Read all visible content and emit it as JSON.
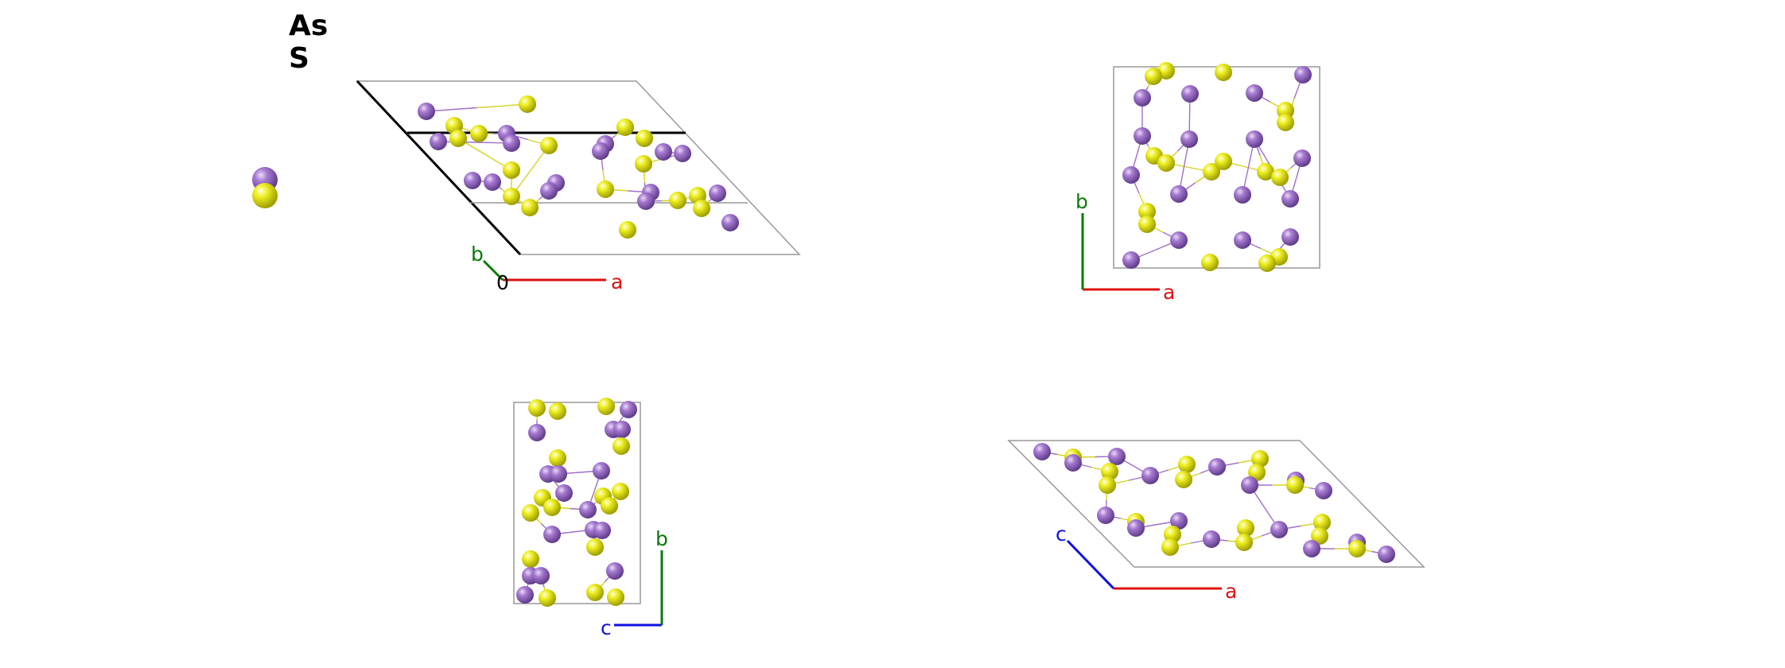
{
  "legend": {
    "elements": [
      {
        "symbol": "As",
        "color": "#9a66c8"
      },
      {
        "symbol": "S",
        "color": "#e8e81e"
      }
    ]
  },
  "views": [
    {
      "id": "view-1",
      "axes": [
        {
          "label": "b",
          "color": "#0a7a0a"
        },
        {
          "label": "a",
          "color": "#e01010"
        }
      ],
      "origin": "0"
    },
    {
      "id": "view-2",
      "axes": [
        {
          "label": "b",
          "color": "#0a7a0a"
        },
        {
          "label": "a",
          "color": "#e01010"
        }
      ]
    },
    {
      "id": "view-3",
      "axes": [
        {
          "label": "b",
          "color": "#0a7a0a"
        },
        {
          "label": "c",
          "color": "#1010e0"
        }
      ]
    },
    {
      "id": "view-4",
      "axes": [
        {
          "label": "c",
          "color": "#1010e0"
        },
        {
          "label": "a",
          "color": "#e01010"
        }
      ]
    }
  ],
  "colors": {
    "arsenic": "#9a66c8",
    "sulfur": "#e8e81e",
    "cell_edge": "#999999",
    "cell_edge_bold": "#000000"
  }
}
